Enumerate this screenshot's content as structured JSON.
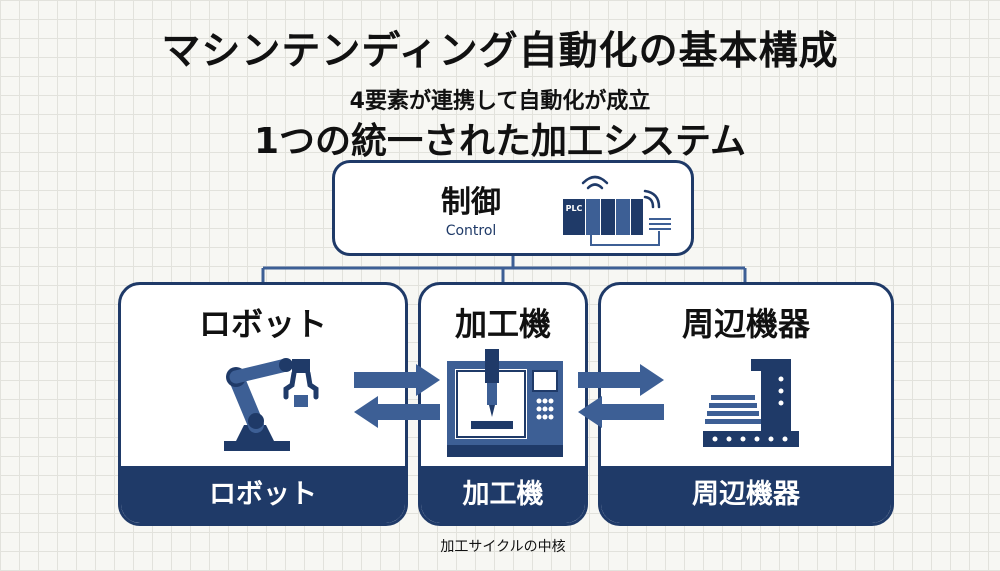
{
  "header": {
    "title": "マシンテンディング自動化の基本構成",
    "subtitle": "4要素が連携して自動化が成立",
    "tagline": "1つの統一された加工システム"
  },
  "control": {
    "label": "制御",
    "sub_label": "Control",
    "icon": "plc-icon",
    "plc_text": "PLC"
  },
  "cards": {
    "robot": {
      "title": "ロボット",
      "footer": "ロボット",
      "icon": "robot-arm-icon"
    },
    "machine": {
      "title": "加工機",
      "footer": "加工機",
      "icon": "cnc-machine-icon"
    },
    "peripheral": {
      "title": "周辺機器",
      "footer": "周辺機器",
      "icon": "peripheral-equipment-icon"
    }
  },
  "caption": "加工サイクルの中核",
  "colors": {
    "navy": "#1f3a68",
    "icon_blue": "#3d5f95",
    "background": "#f7f7f3"
  }
}
